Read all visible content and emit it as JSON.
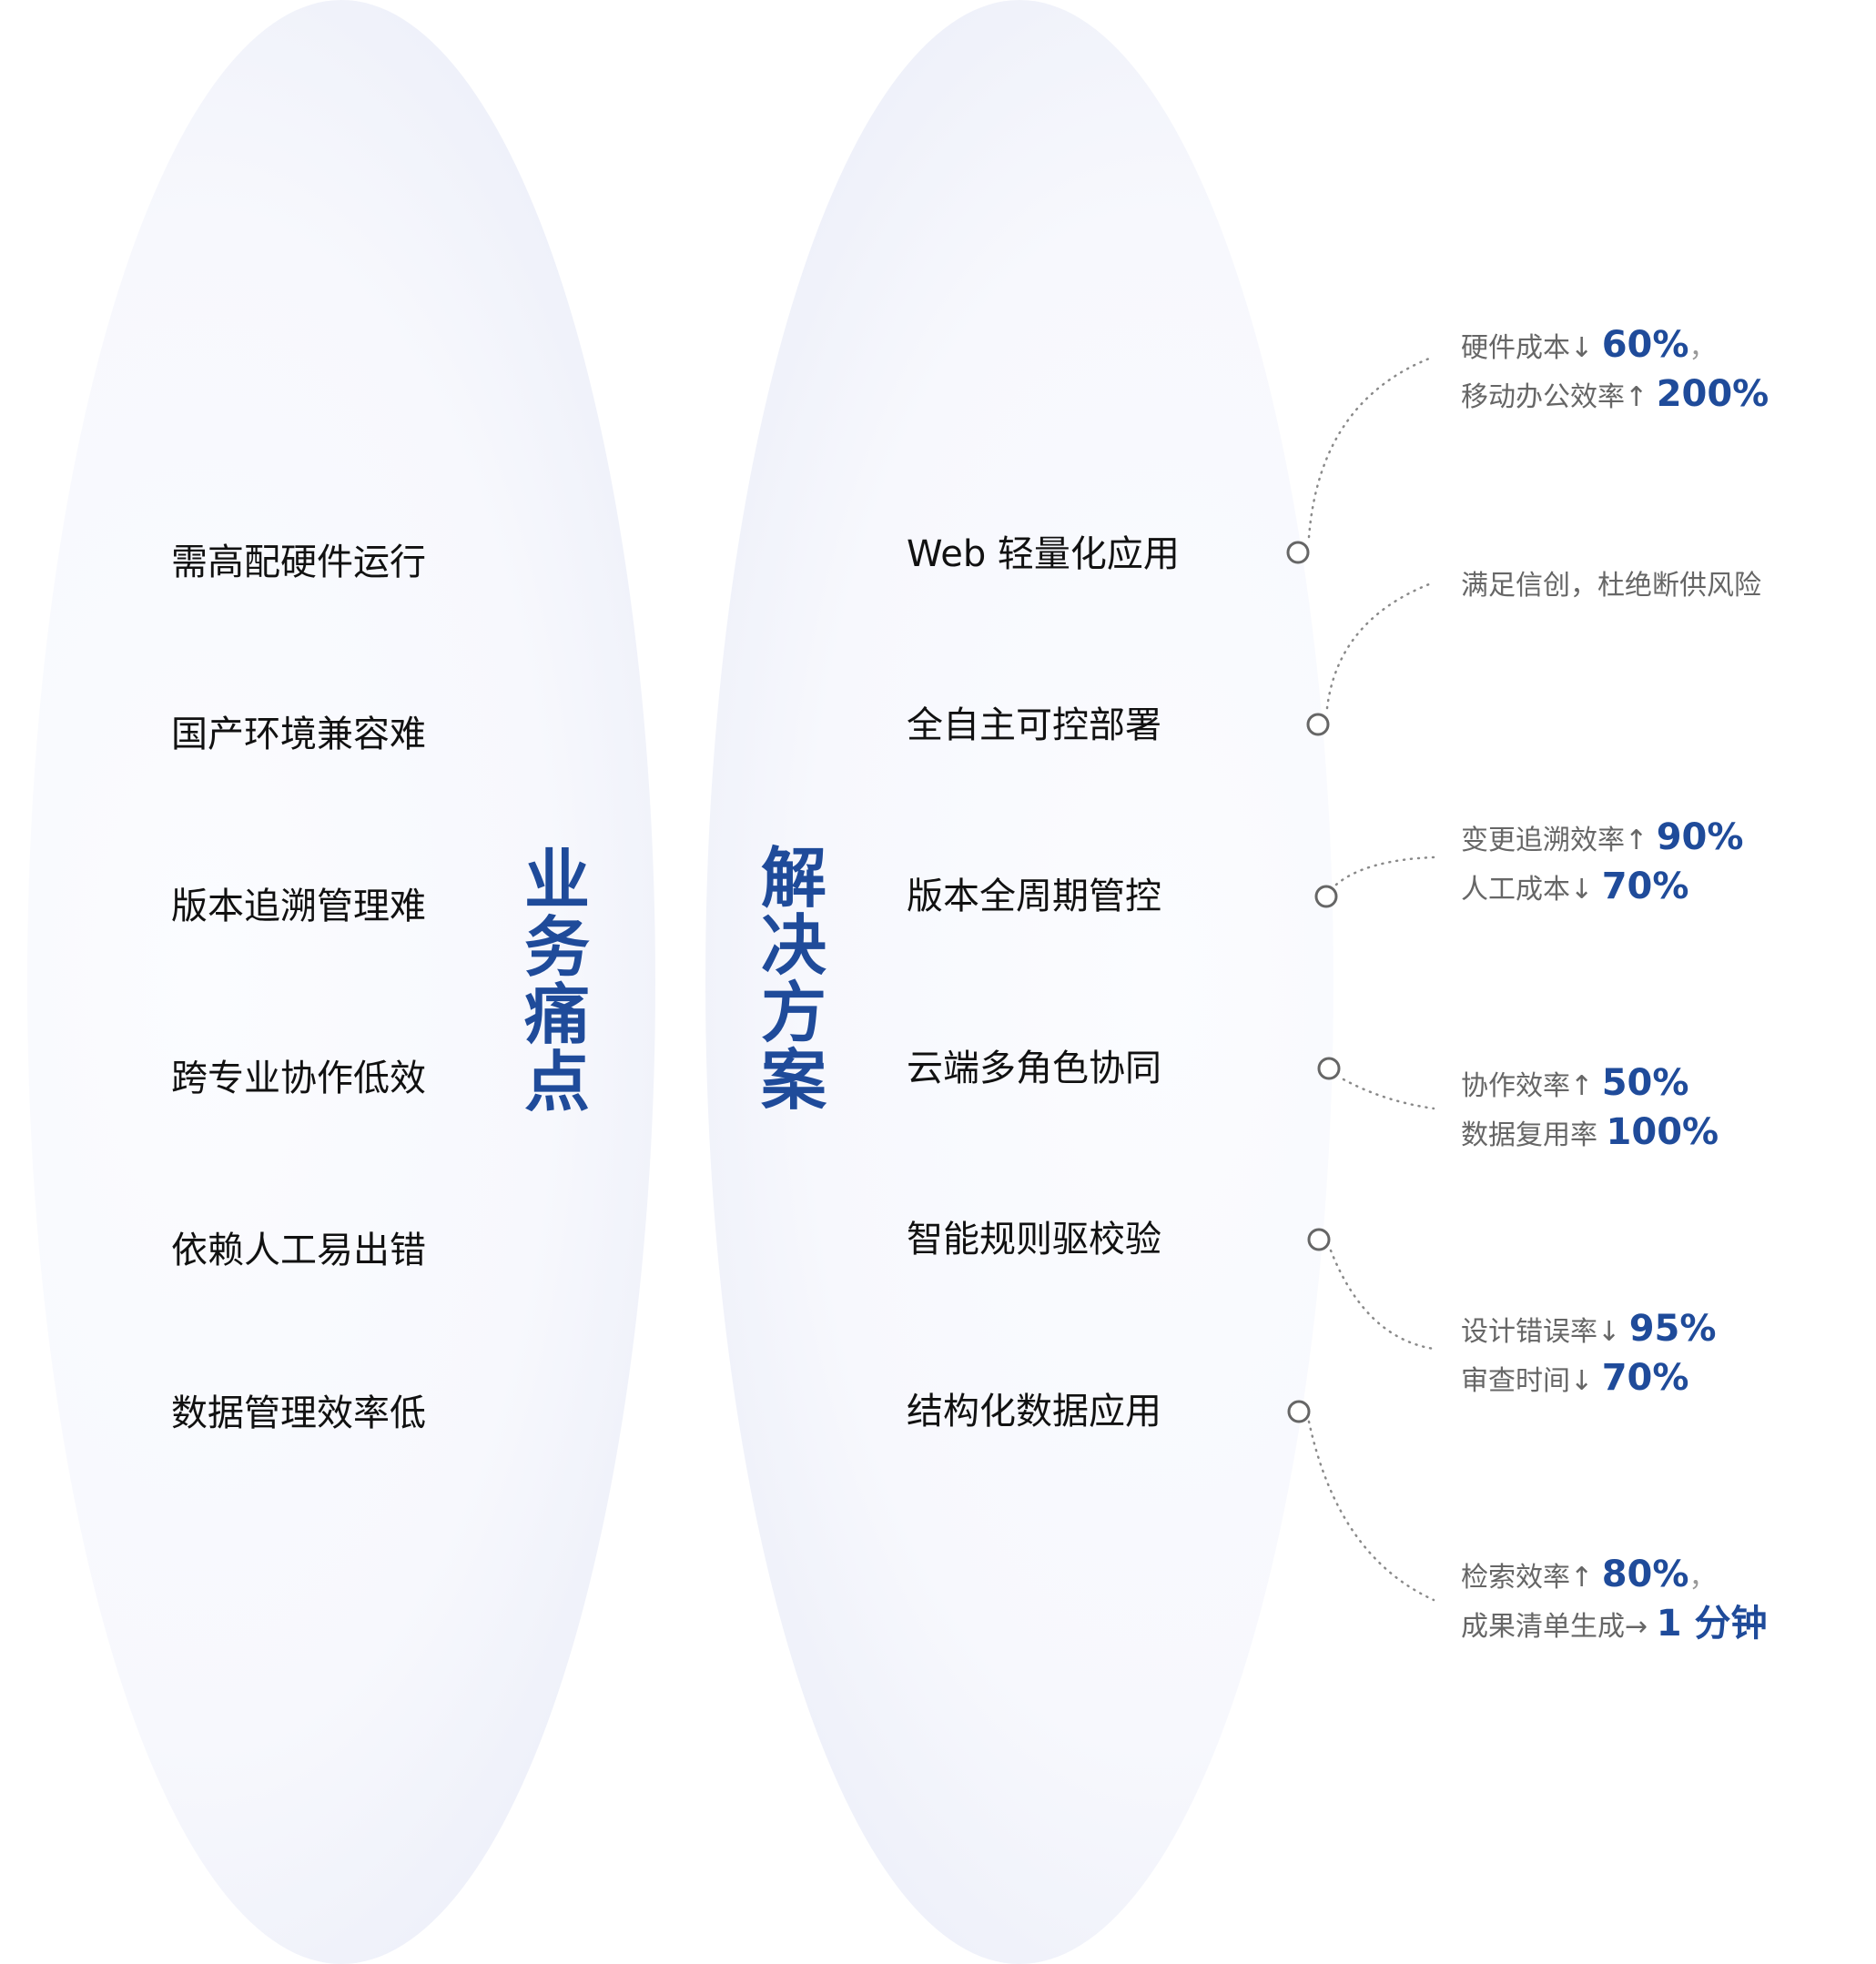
{
  "pain_title": [
    "业",
    "务",
    "痛",
    "点"
  ],
  "solution_title": [
    "解",
    "决",
    "方",
    "案"
  ],
  "pain_points": [
    "需高配硬件运行",
    "国产环境兼容难",
    "版本追溯管理难",
    "跨专业协作低效",
    "依赖人工易出错",
    "数据管理效率低"
  ],
  "solutions": [
    "Web 轻量化应用",
    "全自主可控部署",
    "版本全周期管控",
    "云端多角色协同",
    "智能规则驱校验",
    "结构化数据应用"
  ],
  "benefits": [
    [
      {
        "text": "硬件成本↓ ",
        "value": "60%",
        "suffix": "，"
      },
      {
        "text": "移动办公效率↑ ",
        "value": "200%",
        "suffix": ""
      }
    ],
    [
      {
        "text": "满足信创，杜绝断供风险",
        "value": "",
        "suffix": ""
      }
    ],
    [
      {
        "text": "变更追溯效率↑ ",
        "value": "90%",
        "suffix": ""
      },
      {
        "text": "人工成本↓ ",
        "value": "70%",
        "suffix": ""
      }
    ],
    [
      {
        "text": "协作效率↑ ",
        "value": "50%",
        "suffix": ""
      },
      {
        "text": "数据复用率 ",
        "value": "100%",
        "suffix": ""
      }
    ],
    [
      {
        "text": "设计错误率↓ ",
        "value": "95%",
        "suffix": ""
      },
      {
        "text": "审查时间↓ ",
        "value": "70%",
        "suffix": ""
      }
    ],
    [
      {
        "text": "检索效率↑ ",
        "value": "80%",
        "suffix": "，"
      },
      {
        "text": "成果清单生成→ ",
        "value": "1 分钟",
        "suffix": ""
      }
    ]
  ],
  "colors": {
    "accent": "#1f4b9a",
    "text": "#111111",
    "muted": "#666666",
    "ellipse": "#f5f7fc"
  }
}
